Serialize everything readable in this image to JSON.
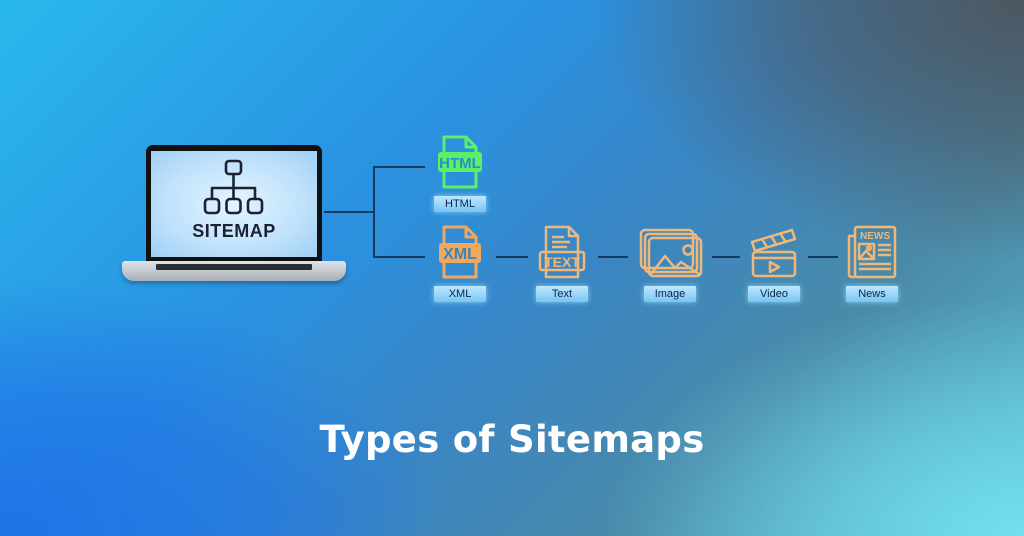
{
  "laptop": {
    "screen_label": "SITEMAP",
    "icon": "sitemap-hierarchy-icon"
  },
  "nodes": [
    {
      "id": "html",
      "icon": "html-file-icon",
      "icon_text": "HTML",
      "label": "HTML",
      "color": "#5cf06a"
    },
    {
      "id": "xml",
      "icon": "xml-file-icon",
      "icon_text": "XML",
      "label": "XML",
      "color": "#f2a85c"
    },
    {
      "id": "text",
      "icon": "text-file-icon",
      "icon_text": "TEXT",
      "label": "Text",
      "color": "#f0b878"
    },
    {
      "id": "image",
      "icon": "image-gallery-icon",
      "label": "Image",
      "color": "#f0b878"
    },
    {
      "id": "video",
      "icon": "clapperboard-icon",
      "label": "Video",
      "color": "#f0b878"
    },
    {
      "id": "news",
      "icon": "newspaper-icon",
      "icon_text": "NEWS",
      "label": "News",
      "color": "#f0b878"
    }
  ],
  "title": "Types of Sitemaps",
  "colors": {
    "line": "#173a5c",
    "tag_bg": "#9fd8fb",
    "tag_text": "#0d2447",
    "title": "#ffffff"
  }
}
